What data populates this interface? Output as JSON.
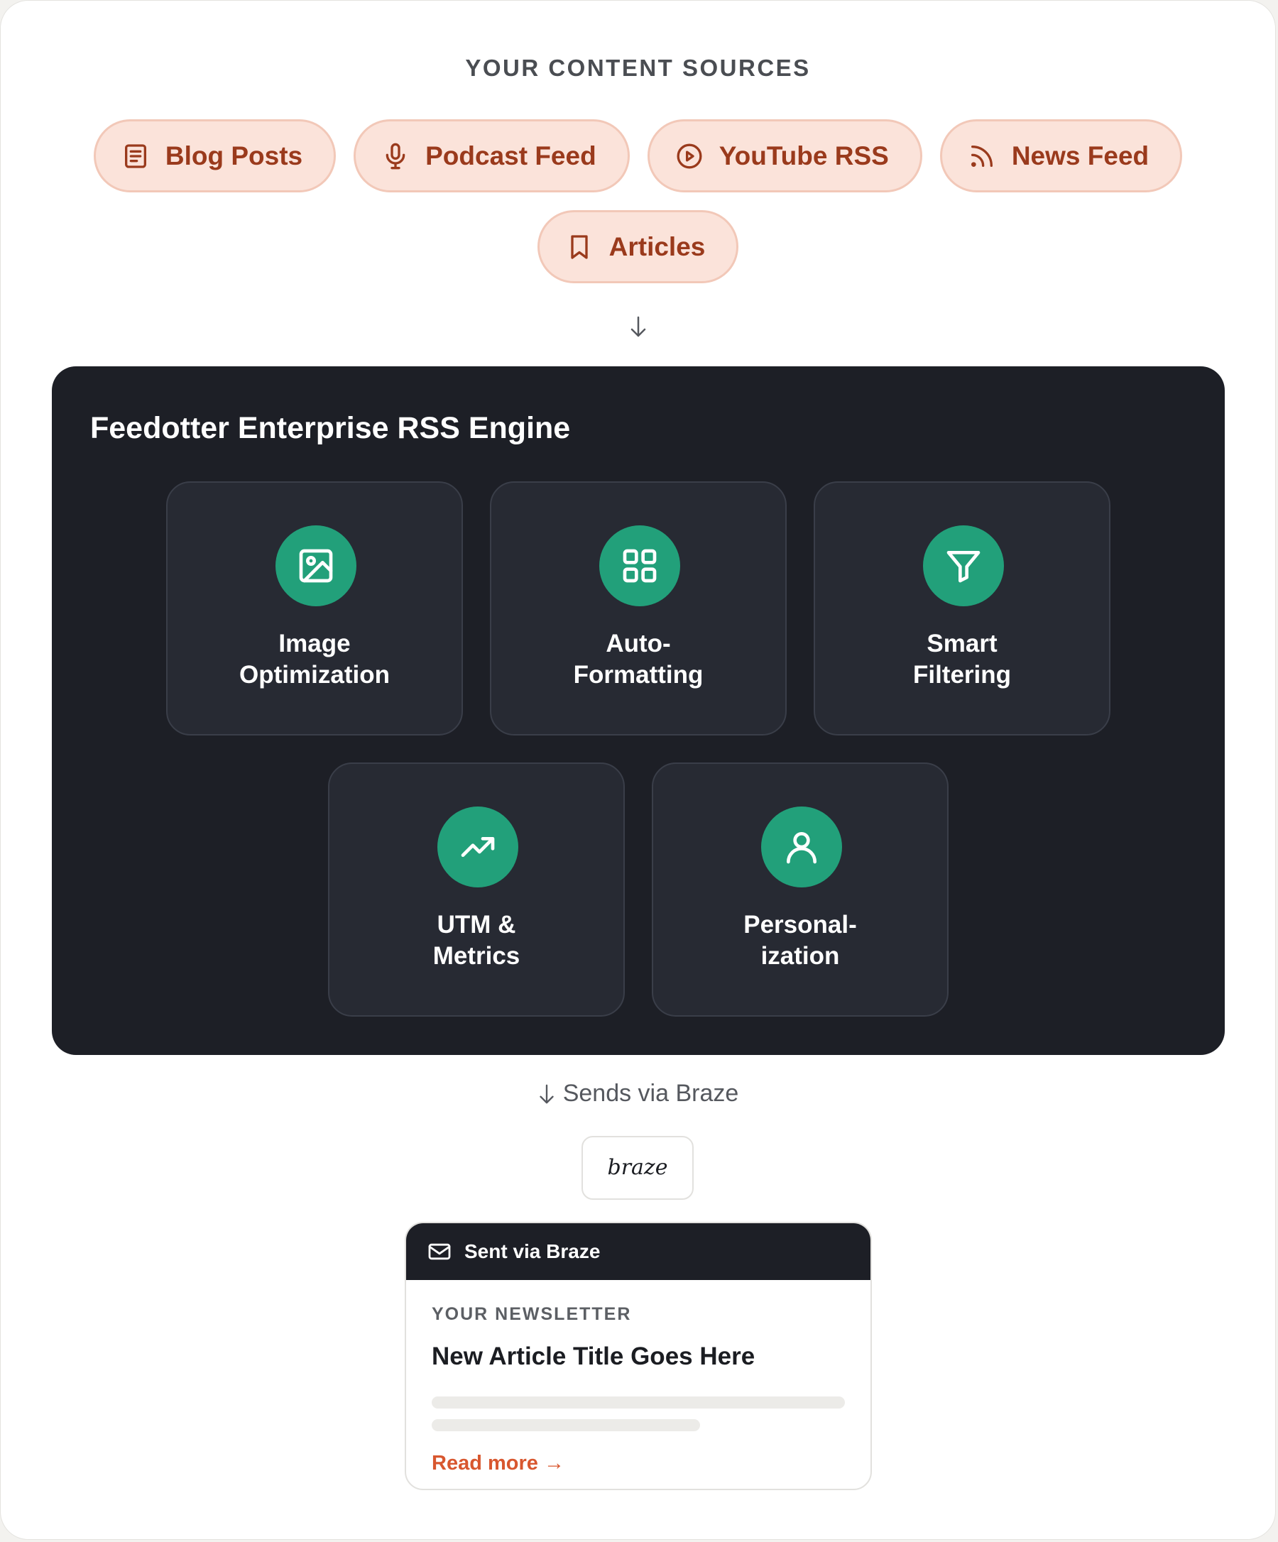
{
  "heading": "YOUR CONTENT SOURCES",
  "sources": [
    {
      "label": "Blog Posts",
      "icon": "document-icon"
    },
    {
      "label": "Podcast Feed",
      "icon": "microphone-icon"
    },
    {
      "label": "YouTube RSS",
      "icon": "play-circle-icon"
    },
    {
      "label": "News Feed",
      "icon": "rss-icon"
    },
    {
      "label": "Articles",
      "icon": "bookmark-icon"
    }
  ],
  "engine": {
    "title": "Feedotter Enterprise RSS Engine",
    "features": [
      {
        "line1": "Image",
        "line2": "Optimization",
        "icon": "image-icon"
      },
      {
        "line1": "Auto-",
        "line2": "Formatting",
        "icon": "grid-icon"
      },
      {
        "line1": "Smart",
        "line2": "Filtering",
        "icon": "filter-icon"
      },
      {
        "line1": "UTM &",
        "line2": "Metrics",
        "icon": "trending-up-icon"
      },
      {
        "line1": "Personal-",
        "line2": "ization",
        "icon": "user-icon"
      }
    ]
  },
  "sends_label": "Sends via Braze",
  "braze_logo": "braze",
  "email": {
    "header": "Sent via Braze",
    "newsletter_label": "YOUR NEWSLETTER",
    "title": "New Article Title Goes Here",
    "read_more": "Read more →"
  },
  "colors": {
    "chip_bg": "#fbe3da",
    "chip_text": "#9a3a1c",
    "engine_bg": "#1d1f26",
    "icon_green": "#22a07a",
    "link": "#d8572f"
  }
}
